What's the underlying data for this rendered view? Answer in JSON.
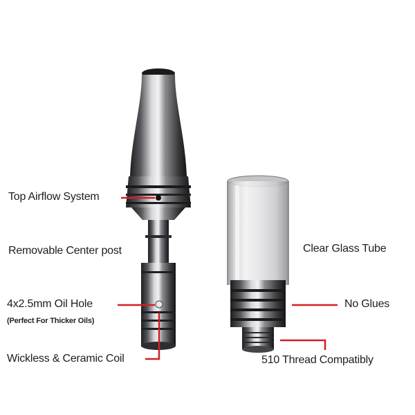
{
  "labels": {
    "top_airflow": "Top Airflow System",
    "center_post": "Removable Center post",
    "oil_hole": "4x2.5mm Oil Hole",
    "oil_hole_note": "(Perfect For Thicker Oils)",
    "coil": "Wickless & Ceramic Coil",
    "glass_tube": "Clear Glass Tube",
    "no_glues": "No Glues",
    "thread": "510 Thread Compatibly"
  },
  "colors": {
    "callout": "#d11f24",
    "text": "#1d1d1d",
    "metal_dark": "#2b2b2d",
    "metal_light": "#c9c9cc"
  }
}
